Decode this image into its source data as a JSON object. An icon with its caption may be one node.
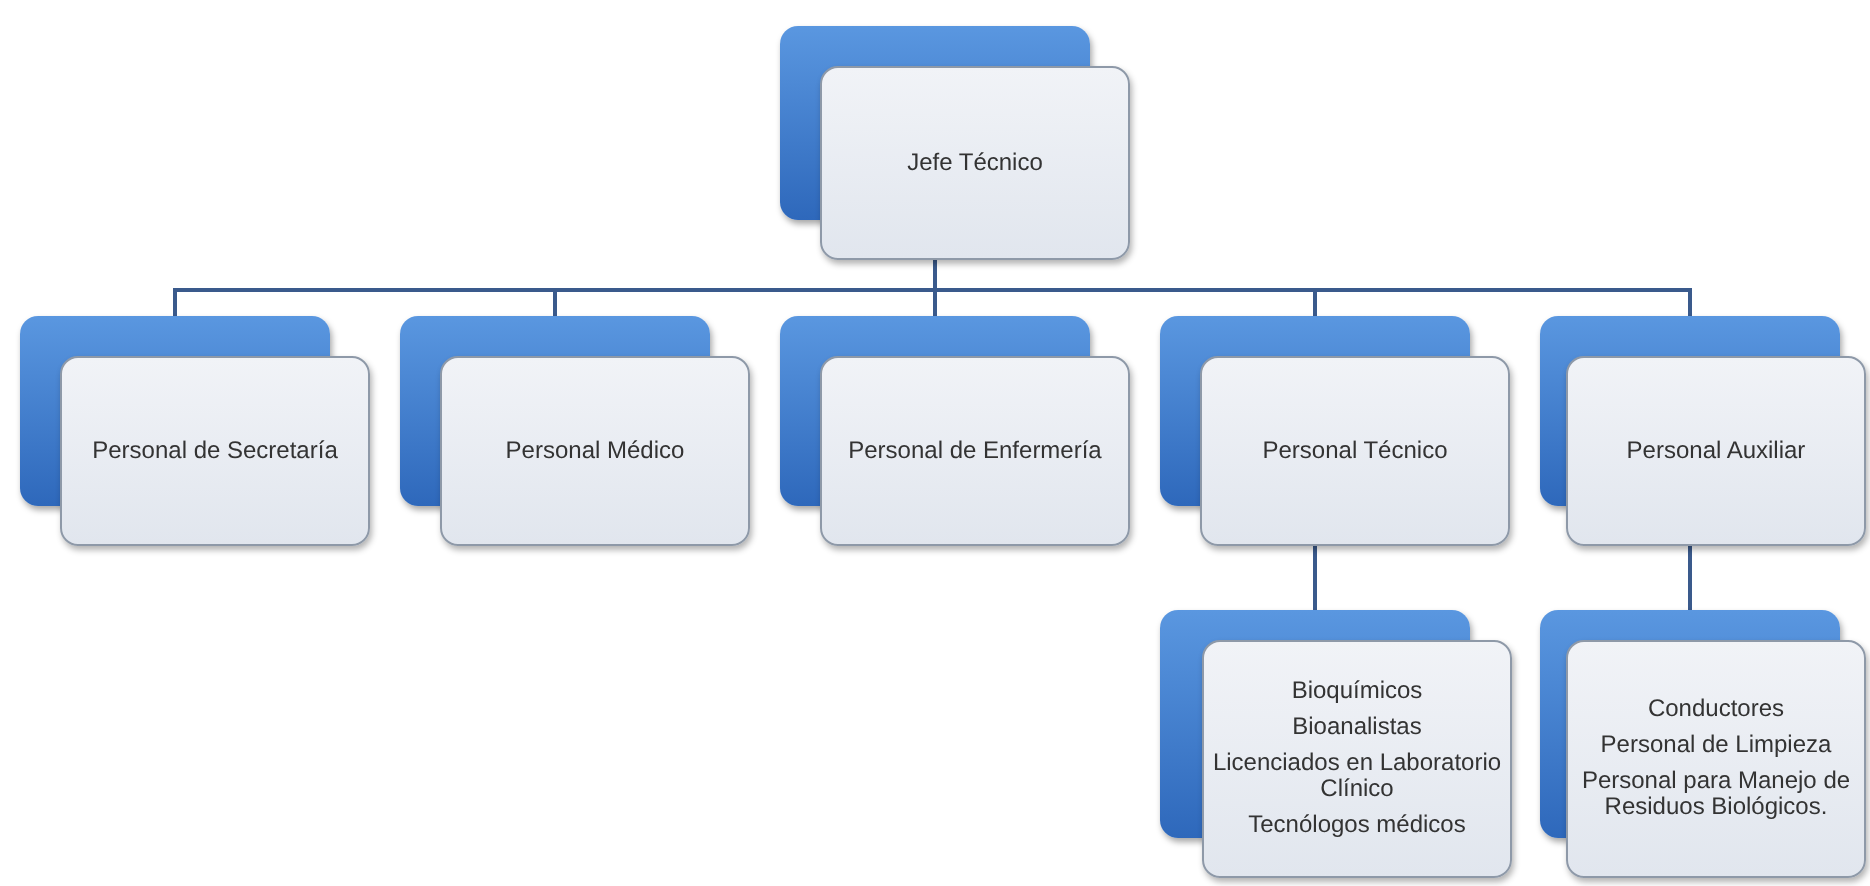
{
  "diagram": {
    "nodes": [
      {
        "text": [
          "Jefe Técnico"
        ]
      },
      {
        "text": [
          "Personal de Secretaría"
        ]
      },
      {
        "text": [
          "Personal Médico"
        ]
      },
      {
        "text": [
          "Personal de Enfermería"
        ]
      },
      {
        "text": [
          "Personal Técnico"
        ]
      },
      {
        "text": [
          "Personal Auxiliar"
        ]
      },
      {
        "text": [
          "Bioquímicos",
          "Bioanalistas",
          "Licenciados en Laboratorio Clínico",
          "Tecnólogos médicos"
        ]
      },
      {
        "text": [
          "Conductores",
          "Personal de Limpieza",
          "Personal para Manejo de Residuos Biológicos."
        ]
      }
    ],
    "edges": [
      {
        "from": 0,
        "to": 1,
        "arrow": "none"
      },
      {
        "from": 0,
        "to": 2,
        "arrow": "none"
      },
      {
        "from": 0,
        "to": 3,
        "arrow": "none"
      },
      {
        "from": 0,
        "to": 4,
        "arrow": "none"
      },
      {
        "from": 0,
        "to": 5,
        "arrow": "none"
      },
      {
        "from": 4,
        "to": 6,
        "arrow": "none"
      },
      {
        "from": 5,
        "to": 7,
        "arrow": "none"
      }
    ]
  }
}
